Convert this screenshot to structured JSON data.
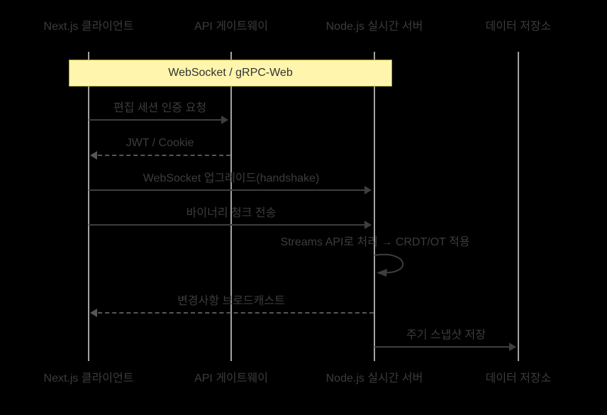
{
  "diagram_type": "sequence-diagram",
  "colors": {
    "bg": "#000000",
    "text": "#3c3c3c",
    "line": "#3e3e3e",
    "dash": "#565656",
    "lifeline": "#a3a3a3",
    "note_fill": "#fff5ad",
    "note_border": "#aaaa33",
    "note_text": "#333333"
  },
  "actors": [
    {
      "label": "Next.js 클라이언트"
    },
    {
      "label": "API 게이트웨이"
    },
    {
      "label": "Node.js 실시간 서버"
    },
    {
      "label": "데이터 저장소"
    }
  ],
  "note": {
    "label": "WebSocket / gRPC-Web",
    "spans": "Next.js 클라이언트 to Node.js 실시간 서버"
  },
  "messages": [
    {
      "label": "편집 세션 인증 요청",
      "from": "Next.js 클라이언트",
      "to": "API 게이트웨이",
      "style": "solid"
    },
    {
      "label": "JWT / Cookie",
      "from": "API 게이트웨이",
      "to": "Next.js 클라이언트",
      "style": "dashed"
    },
    {
      "label": "WebSocket 업그레이드(handshake)",
      "from": "Next.js 클라이언트",
      "to": "Node.js 실시간 서버",
      "style": "solid"
    },
    {
      "label": "바이너리 청크 전송",
      "from": "Next.js 클라이언트",
      "to": "Node.js 실시간 서버",
      "style": "solid"
    },
    {
      "label": "Streams API로 처리 → CRDT/OT 적용",
      "from": "Node.js 실시간 서버",
      "to": "Node.js 실시간 서버",
      "style": "self-loop"
    },
    {
      "label": "변경사항 브로드캐스트",
      "from": "Node.js 실시간 서버",
      "to": "Next.js 클라이언트",
      "style": "dashed"
    },
    {
      "label": "주기 스냅샷 저장",
      "from": "Node.js 실시간 서버",
      "to": "데이터 저장소",
      "style": "solid"
    }
  ]
}
